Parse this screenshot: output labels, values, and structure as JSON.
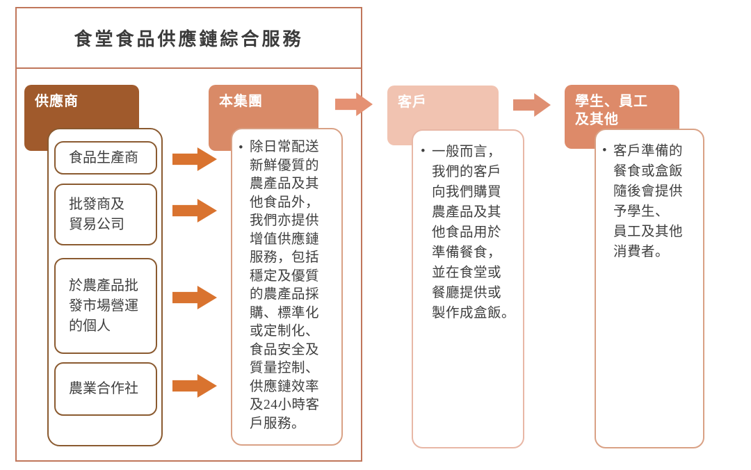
{
  "title": "食堂食品供應鏈綜合服務",
  "suppliers": {
    "header": "供應商",
    "items": [
      {
        "label": "食品生產商"
      },
      {
        "label": "批發商及\n貿易公司"
      },
      {
        "label": "於農產品批\n發市場營運\n的個人"
      },
      {
        "label": "農業合作社"
      }
    ]
  },
  "group": {
    "header": "本集團",
    "bullet": "•",
    "text": "除日常配送\n新鮮優質的\n農產品及其\n他食品外，\n我們亦提供\n增值供應鏈\n服務，包括\n穩定及優質\n的農產品採\n購、標準化\n或定制化、\n食品安全及\n質量控制、\n供應鏈效率\n及24小時客\n戶服務。"
  },
  "customers": {
    "header": "客戶",
    "bullet": "•",
    "text": "一般而言，\n我們的客戶\n向我們購買\n農產品及其\n他食品用於\n準備餐食，\n並在食堂或\n餐廳提供或\n製作成盒飯。"
  },
  "students": {
    "header": "學生、員工\n及其他",
    "bullet": "•",
    "text": "客戶準備的\n餐食或盒飯\n隨後會提供\n予學生、\n員工及其他\n消費者。"
  },
  "colors": {
    "supplier_header_bg": "#A05A2C",
    "group_header_bg": "#D98A67",
    "customer_header_bg": "#F1C3B1",
    "students_header_bg": "#DD8A69",
    "small_arrow": "#D9732F",
    "flow_arrow_1": "#E59173",
    "flow_arrow_2": "#DF8F72",
    "outer_border": "#C0765A",
    "supplier_border": "#8A5A30",
    "content_border_salmon": "#D9A185",
    "content_border_pink": "#E8B7A6",
    "header_text": "#FFFFFF",
    "text": "#3F3F3F"
  }
}
